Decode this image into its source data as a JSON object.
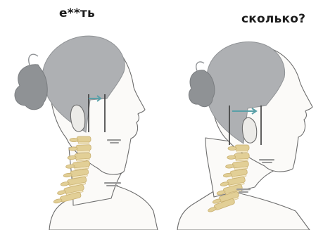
{
  "captions": {
    "left": "е**ть",
    "right": "сколько?"
  },
  "palette": {
    "background": "#ffffff",
    "hair": "#aeb0b3",
    "hair_shadow": "#8f9295",
    "skin": "#fbfaf8",
    "skin_shadow": "#ecebe8",
    "outline": "#6d6d6d",
    "spine": "#e2cf96",
    "spine_shadow": "#c9b071",
    "accent": "#5aa0a8",
    "marker": "#3a3a3a"
  },
  "figures": [
    {
      "name": "forward-head-figure",
      "spine_tilt_degrees": 24
    },
    {
      "name": "correct-posture-figure",
      "spine_tilt_degrees": 33
    }
  ]
}
